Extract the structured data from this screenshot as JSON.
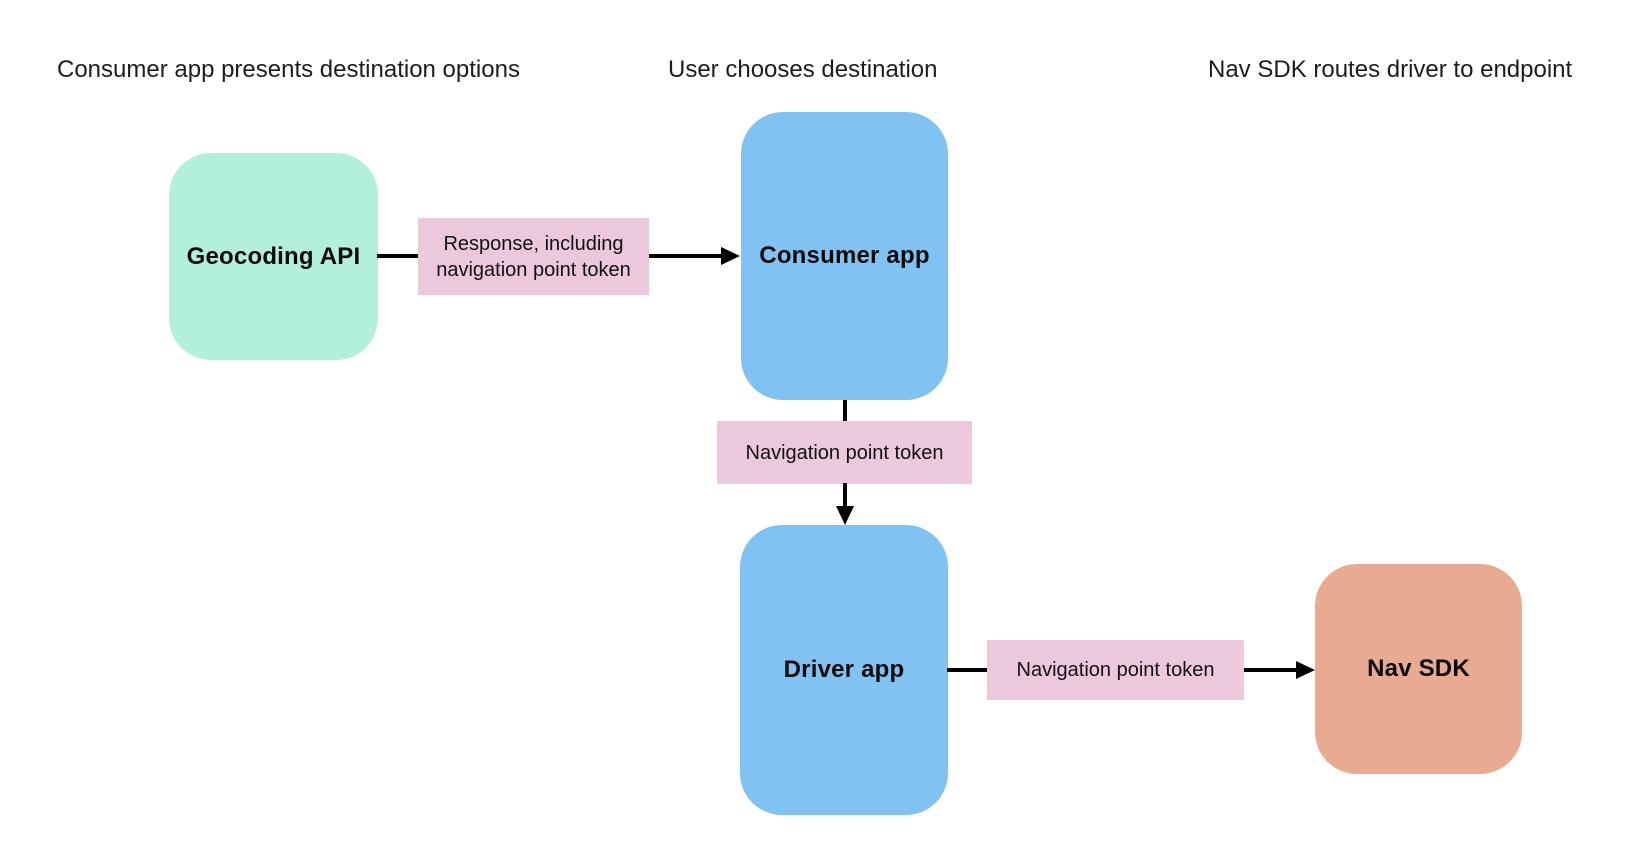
{
  "diagram": {
    "background_color": "#ffffff",
    "arrow_color": "#000000",
    "stages": [
      {
        "label": "Consumer app presents destination options"
      },
      {
        "label": "User chooses destination"
      },
      {
        "label": "Nav SDK routes driver to endpoint"
      }
    ],
    "nodes": [
      {
        "id": "geocoding-api",
        "label": "Geocoding API",
        "color": "#b3f0dc"
      },
      {
        "id": "consumer-app",
        "label": "Consumer app",
        "color": "#80c2f2"
      },
      {
        "id": "driver-app",
        "label": "Driver app",
        "color": "#80c2f2"
      },
      {
        "id": "nav-sdk",
        "label": "Nav SDK",
        "color": "#e8aa90"
      }
    ],
    "edges": [
      {
        "from": "geocoding-api",
        "to": "consumer-app",
        "label": "Response, including navigation point token",
        "label_color": "#ebc8dc"
      },
      {
        "from": "consumer-app",
        "to": "driver-app",
        "label": "Navigation point token",
        "label_color": "#ebc8dc"
      },
      {
        "from": "driver-app",
        "to": "nav-sdk",
        "label": "Navigation point token",
        "label_color": "#ebc8dc"
      }
    ]
  }
}
